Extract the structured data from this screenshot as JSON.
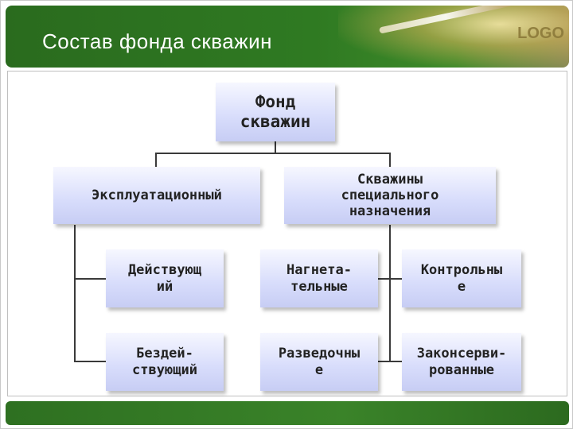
{
  "slide": {
    "title": "Состав фонда скважин",
    "logo": "LOGO"
  },
  "diagram": {
    "root": "Фонд\nскважин",
    "exploitation": "Эксплуатационный",
    "special": "Скважины\nспециального\nназначения",
    "active": "Действующ\nий",
    "inactive": "Бездей-\nствующий",
    "injection": "Нагнета-\nтельные",
    "exploratory": "Разведочны\nе",
    "control": "Контрольны\nе",
    "mothballed": "Законсерви-\nрованные"
  }
}
